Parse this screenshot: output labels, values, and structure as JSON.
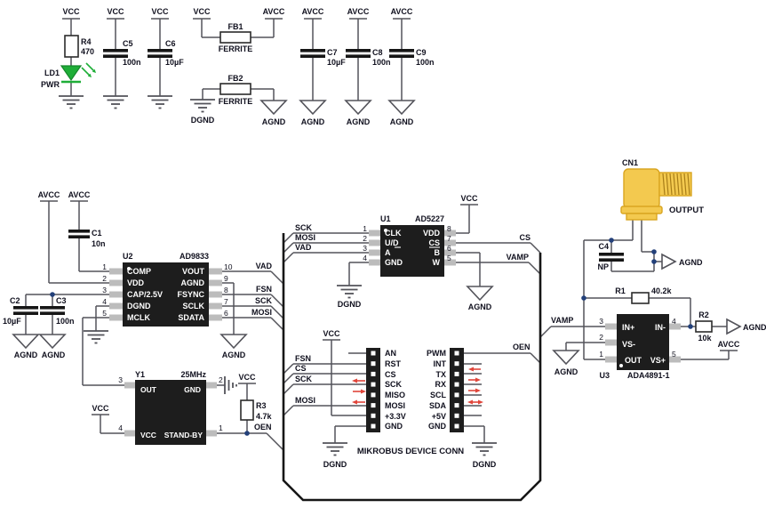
{
  "nets": {
    "vcc": "VCC",
    "avcc": "AVCC",
    "agnd": "AGND",
    "dgnd": "DGND",
    "vad": "VAD",
    "fsn": "FSN",
    "sck": "SCK",
    "mosi": "MOSI",
    "cs": "CS",
    "vamp": "VAMP",
    "oen": "OEN"
  },
  "components": {
    "r1": {
      "ref": "R1",
      "value": "40.2k"
    },
    "r2": {
      "ref": "R2",
      "value": "10k"
    },
    "r3": {
      "ref": "R3",
      "value": "4.7k"
    },
    "r4": {
      "ref": "R4",
      "value": "470"
    },
    "c1": {
      "ref": "C1",
      "value": "10n"
    },
    "c2": {
      "ref": "C2",
      "value": "10µF"
    },
    "c3": {
      "ref": "C3",
      "value": "100n"
    },
    "c4": {
      "ref": "C4",
      "value": "NP"
    },
    "c5": {
      "ref": "C5",
      "value": "100n"
    },
    "c6": {
      "ref": "C6",
      "value": "10µF"
    },
    "c7": {
      "ref": "C7",
      "value": "10µF"
    },
    "c8": {
      "ref": "C8",
      "value": "100n"
    },
    "c9": {
      "ref": "C9",
      "value": "100n"
    },
    "fb1": {
      "ref": "FB1",
      "value": "FERRITE"
    },
    "fb2": {
      "ref": "FB2",
      "value": "FERRITE"
    },
    "ld1": {
      "ref": "LD1",
      "value": "PWR"
    },
    "cn1": {
      "ref": "CN1",
      "value": "OUTPUT"
    },
    "y1": {
      "ref": "Y1",
      "value": "25MHz",
      "pins": {
        "out": "OUT",
        "gnd": "GND",
        "vcc": "VCC",
        "standby": "STAND-BY"
      },
      "nums": {
        "p1": "1",
        "p2": "2",
        "p3": "3",
        "p4": "4"
      }
    },
    "u1": {
      "ref": "U1",
      "part": "AD5227",
      "left": [
        {
          "n": "1",
          "label": "CLK"
        },
        {
          "n": "2",
          "label": "U/D"
        },
        {
          "n": "3",
          "label": "A"
        },
        {
          "n": "4",
          "label": "GND"
        }
      ],
      "right": [
        {
          "n": "8",
          "label": "VDD"
        },
        {
          "n": "7",
          "label": "CS"
        },
        {
          "n": "6",
          "label": "B"
        },
        {
          "n": "5",
          "label": "W"
        }
      ]
    },
    "u2": {
      "ref": "U2",
      "part": "AD9833",
      "left": [
        {
          "n": "1",
          "label": "COMP"
        },
        {
          "n": "2",
          "label": "VDD"
        },
        {
          "n": "3",
          "label": "CAP/2.5V"
        },
        {
          "n": "4",
          "label": "DGND"
        },
        {
          "n": "5",
          "label": "MCLK"
        }
      ],
      "right": [
        {
          "n": "10",
          "label": "VOUT"
        },
        {
          "n": "9",
          "label": "AGND"
        },
        {
          "n": "8",
          "label": "FSYNC"
        },
        {
          "n": "7",
          "label": "SCLK"
        },
        {
          "n": "6",
          "label": "SDATA"
        }
      ]
    },
    "u3": {
      "ref": "U3",
      "part": "ADA4891-1",
      "left": [
        {
          "n": "3",
          "label": "IN+"
        },
        {
          "n": "2",
          "label": "VS-"
        },
        {
          "n": "1",
          "label": "OUT"
        }
      ],
      "right": [
        {
          "n": "4",
          "label": "IN-"
        },
        {
          "n": "5",
          "label": "VS+"
        }
      ]
    }
  },
  "mikrobus": {
    "title": "MIKROBUS DEVICE CONN",
    "left_pins": [
      "AN",
      "RST",
      "CS",
      "SCK",
      "MISO",
      "MOSI",
      "+3.3V",
      "GND"
    ],
    "right_pins": [
      "PWM",
      "INT",
      "TX",
      "RX",
      "SCL",
      "SDA",
      "+5V",
      "GND"
    ]
  },
  "colors": {
    "wire": "#53535a",
    "outline": "#161616",
    "ic_body": "#1d1d1d",
    "pin_stub": "#bcbcbc",
    "junction": "#23407a",
    "arrow_red": "#e0453a",
    "led_green": "#1fae38",
    "connector_gold": "#f3c94f",
    "text": "#10101e"
  }
}
